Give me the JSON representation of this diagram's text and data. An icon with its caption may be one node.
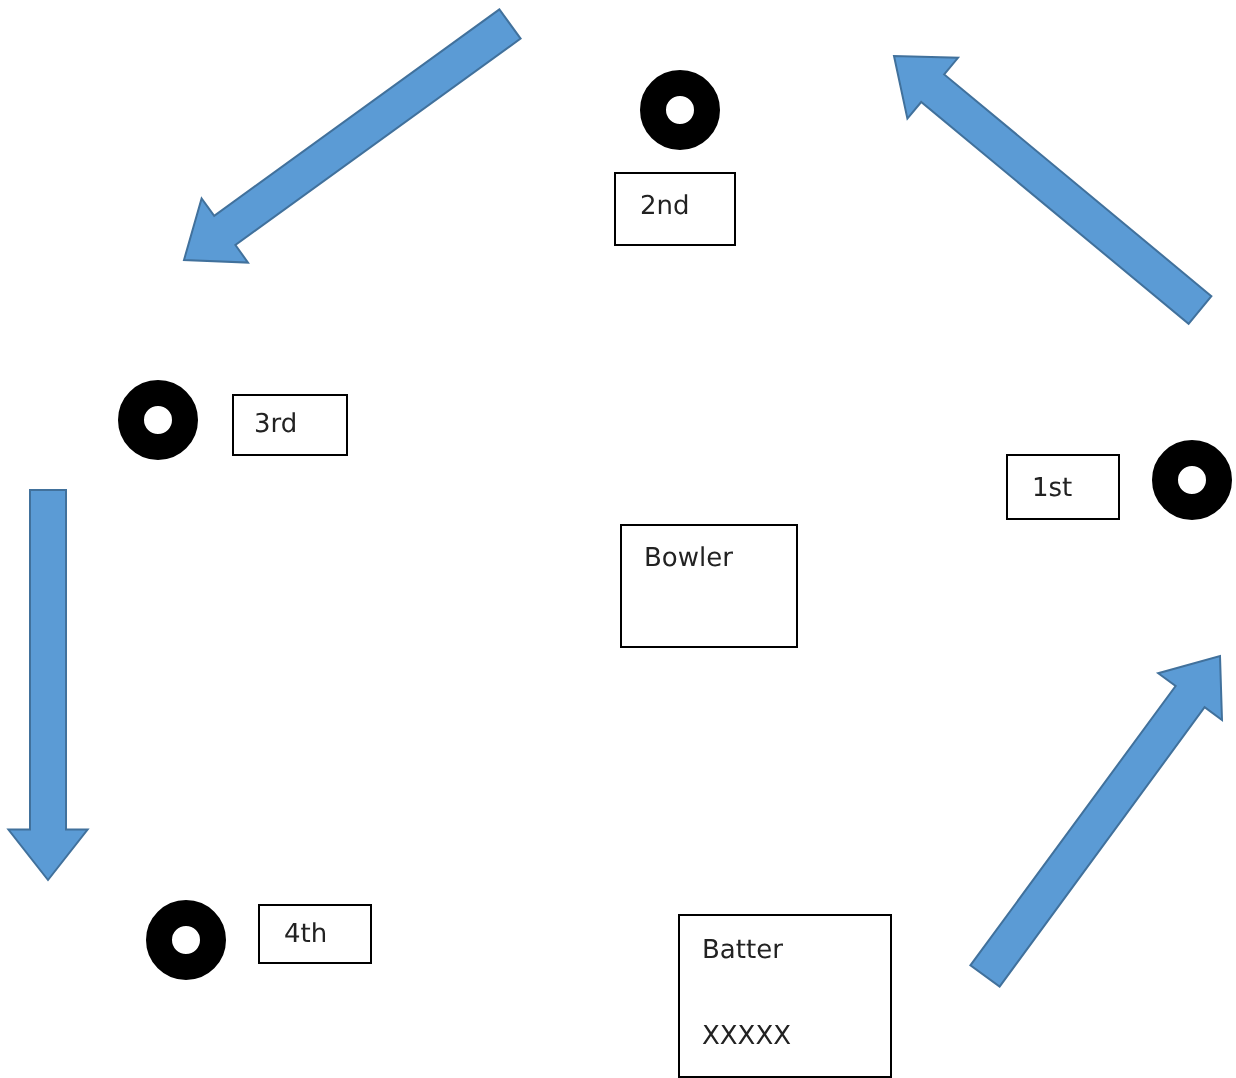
{
  "diagram": {
    "nodes": [
      {
        "text": [],
        "shape": "circle"
      },
      {
        "text": [
          "2nd"
        ]
      },
      {
        "text": [],
        "shape": "circle"
      },
      {
        "text": [
          "3rd"
        ]
      },
      {
        "text": [],
        "shape": "circle"
      },
      {
        "text": [
          "1st"
        ]
      },
      {
        "text": [
          "Bowler"
        ]
      },
      {
        "text": [],
        "shape": "circle"
      },
      {
        "text": [
          "4th"
        ]
      },
      {
        "text": [
          "Batter",
          "XXXXX"
        ]
      }
    ],
    "edges": [
      {
        "from": 9,
        "to": 4,
        "arrow": "to",
        "style": "thick"
      },
      {
        "from": 4,
        "to": 0,
        "arrow": "to",
        "style": "thick"
      },
      {
        "from": 0,
        "to": 2,
        "arrow": "to",
        "style": "thick"
      },
      {
        "from": 2,
        "to": 7,
        "arrow": "to",
        "style": "thick"
      }
    ]
  }
}
